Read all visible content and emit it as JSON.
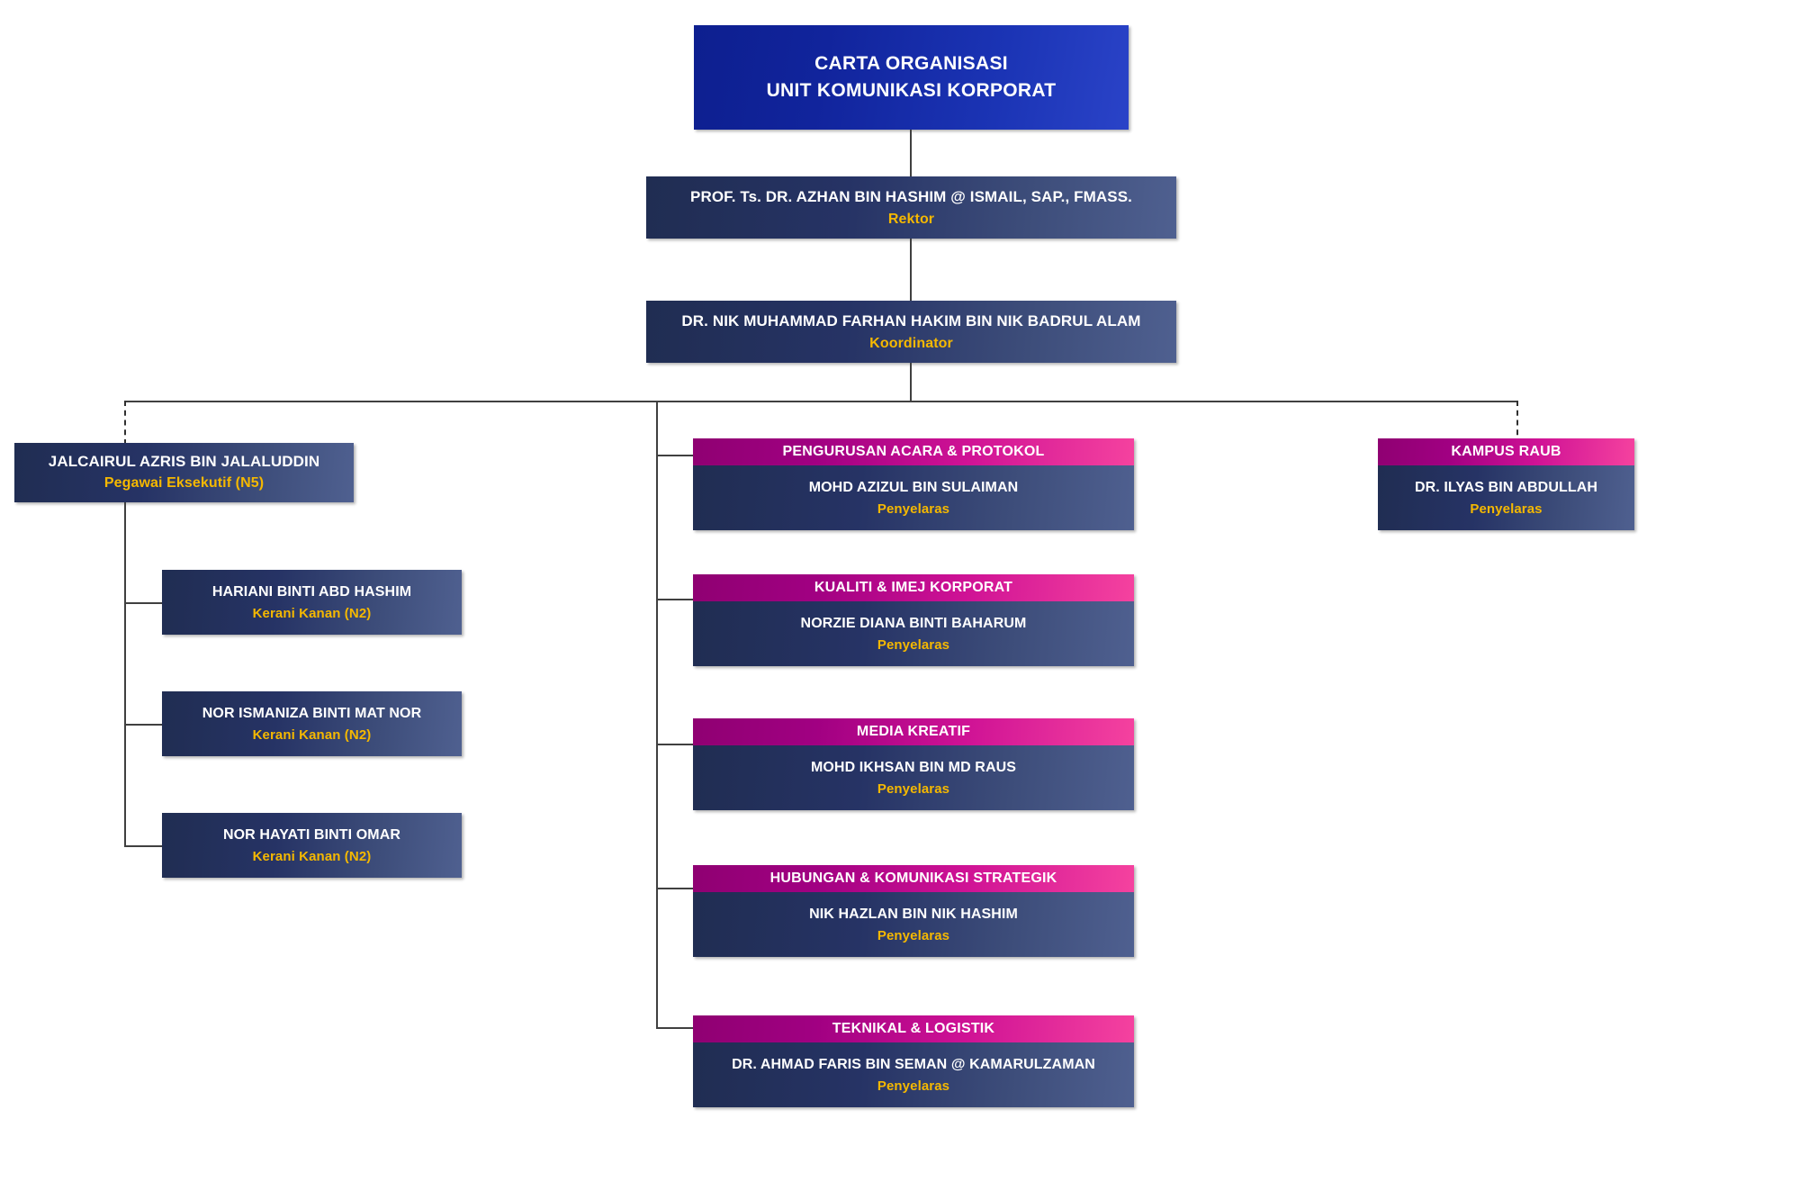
{
  "title": {
    "line1": "CARTA ORGANISASI",
    "line2": "UNIT KOMUNIKASI KORPORAT"
  },
  "leadership": [
    {
      "name": "PROF. Ts. DR. AZHAN BIN HASHIM @ ISMAIL, SAP., FMASS.",
      "role": "Rektor"
    },
    {
      "name": "DR. NIK MUHAMMAD FARHAN HAKIM BIN NIK BADRUL ALAM",
      "role": "Koordinator"
    }
  ],
  "left_branch": {
    "executive": {
      "name": "JALCAIRUL AZRIS BIN JALALUDDIN",
      "role": "Pegawai Eksekutif (N5)"
    },
    "clerks": [
      {
        "name": "HARIANI BINTI ABD HASHIM",
        "role": "Kerani Kanan (N2)"
      },
      {
        "name": "NOR ISMANIZA BINTI MAT NOR",
        "role": "Kerani Kanan (N2)"
      },
      {
        "name": "NOR HAYATI BINTI OMAR",
        "role": "Kerani Kanan (N2)"
      }
    ]
  },
  "center_branch": {
    "departments": [
      {
        "header": "PENGURUSAN ACARA & PROTOKOL",
        "name": "MOHD AZIZUL BIN SULAIMAN",
        "role": "Penyelaras"
      },
      {
        "header": "KUALITI & IMEJ KORPORAT",
        "name": "NORZIE DIANA BINTI BAHARUM",
        "role": "Penyelaras"
      },
      {
        "header": "MEDIA KREATIF",
        "name": "MOHD IKHSAN BIN MD RAUS",
        "role": "Penyelaras"
      },
      {
        "header": "HUBUNGAN & KOMUNIKASI STRATEGIK",
        "name": "NIK HAZLAN BIN NIK HASHIM",
        "role": "Penyelaras"
      },
      {
        "header": "TEKNIKAL & LOGISTIK",
        "name": "DR. AHMAD FARIS BIN SEMAN @ KAMARULZAMAN",
        "role": "Penyelaras"
      }
    ]
  },
  "right_branch": {
    "departments": [
      {
        "header": "KAMPUS RAUB",
        "name": "DR. ILYAS BIN ABDULLAH",
        "role": "Penyelaras"
      }
    ]
  },
  "colors": {
    "title_blue_dark": "#0d1f8f",
    "title_blue_light": "#2a43c8",
    "navy_dark": "#202d52",
    "navy_light": "#4f6090",
    "magenta_dark": "#8f0072",
    "magenta_light": "#f5429f",
    "role_gold": "#f5b800",
    "connector_line": "#404040"
  }
}
